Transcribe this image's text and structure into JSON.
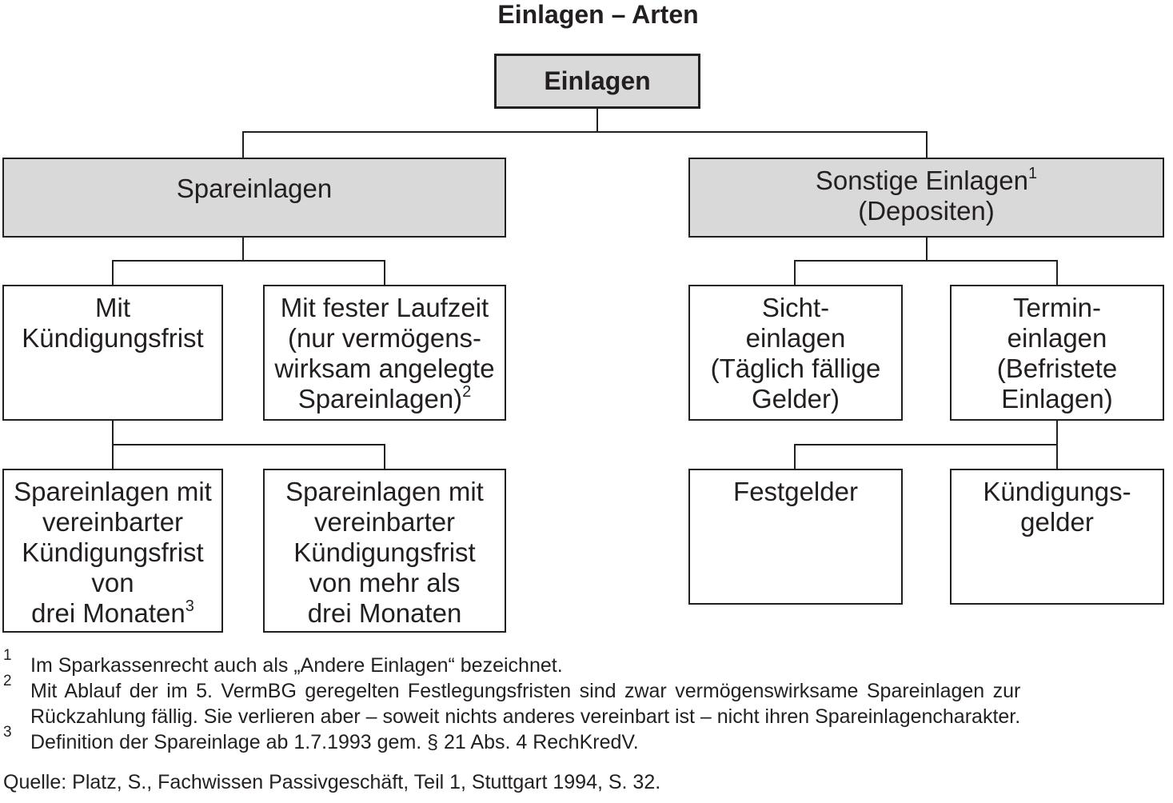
{
  "title": "Einlagen – Arten",
  "root": "Einlagen",
  "level1": {
    "left": {
      "lines": [
        "Spareinlagen"
      ]
    },
    "right": {
      "line1": "Sonstige Einlagen",
      "line1_sup": "1",
      "line2": "(Depositen)"
    }
  },
  "level2": {
    "kuendigungsfrist": {
      "lines": [
        "Mit",
        "Kündigungsfrist"
      ]
    },
    "feste_laufzeit": {
      "lines": [
        "Mit fester Laufzeit",
        "(nur vermögens-",
        "wirksam angelegte"
      ],
      "last": "Spareinlagen)",
      "last_sup": "2"
    },
    "sicht": {
      "lines": [
        "Sicht-",
        "einlagen",
        "(Täglich fällige",
        "Gelder)"
      ]
    },
    "termin": {
      "lines": [
        "Termin-",
        "einlagen",
        "(Befristete",
        "Einlagen)"
      ]
    }
  },
  "level3": {
    "drei_monate": {
      "lines": [
        "Spareinlagen mit",
        "vereinbarter",
        "Kündigungsfrist",
        "von"
      ],
      "last": "drei Monaten",
      "last_sup": "3"
    },
    "mehr_drei": {
      "lines": [
        "Spareinlagen mit",
        "vereinbarter",
        "Kündigungsfrist",
        "von mehr als",
        "drei Monaten"
      ]
    },
    "festgelder": {
      "lines": [
        "Festgelder"
      ]
    },
    "kuendigungsgelder": {
      "lines": [
        "Kündigungs-",
        "gelder"
      ]
    }
  },
  "footnotes": [
    {
      "num": "1",
      "text": "Im Sparkassenrecht auch als „Andere Einlagen“ bezeichnet."
    },
    {
      "num": "2",
      "text": "Mit Ablauf der im 5. VermBG geregelten Festlegungsfristen sind zwar vermögenswirksame Spareinlagen zur",
      "text2": "Rückzahlung fällig. Sie verlieren aber – soweit nichts anderes vereinbart ist – nicht ihren Spareinlagencharakter."
    },
    {
      "num": "3",
      "text": "Definition der Spareinlage ab 1.7.1993 gem. § 21 Abs. 4 RechKredV."
    }
  ],
  "source": "Quelle: Platz, S., Fachwissen Passivgeschäft, Teil 1, Stuttgart 1994, S. 32."
}
